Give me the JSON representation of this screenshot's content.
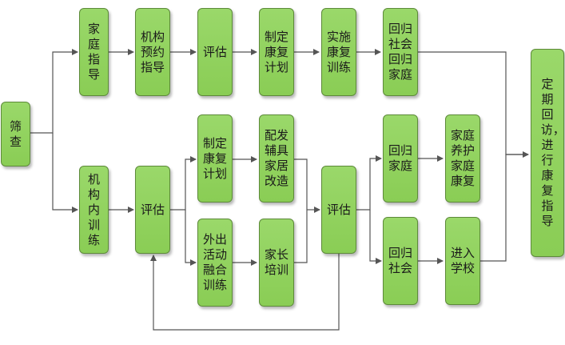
{
  "nodes": {
    "screening": "筛\n查",
    "home_guidance": "家庭指导",
    "inst_appointment": "机构\n预约\n指导",
    "assess_top": "评估",
    "plan_top": "制定\n康复\n计划",
    "implement": "实施\n康复\n训练",
    "return_top": "回归\n社会\n回归\n家庭",
    "followup": "定期回访，进行康复指导",
    "inst_training": "机构内训练",
    "assess_mid": "评估",
    "plan_mid": "制定\n康复\n计划",
    "aids": "配发\n辅具\n家居\n改造",
    "outdoor": "外出\n活动\n融合\n训练",
    "parent": "家长\n培训",
    "assess_right": "评估",
    "return_family": "回归\n家庭",
    "family_care": "家庭\n养护\n家庭\n康复",
    "return_society": "回归\n社会",
    "school": "进入\n学校"
  },
  "colors": {
    "box_fill": "#8acd55",
    "box_border": "#5d8a3a",
    "line": "#555555"
  }
}
